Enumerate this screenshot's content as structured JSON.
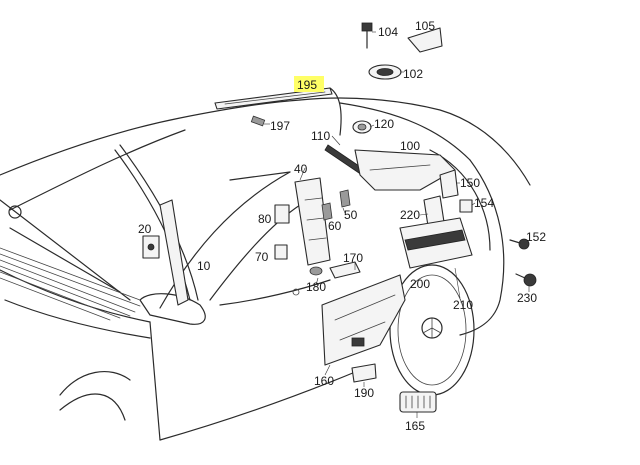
{
  "highlight_color": "#ffff66",
  "labels": {
    "l104": "104",
    "l105": "105",
    "l102": "102",
    "l195": "195",
    "l197": "197",
    "l110": "110",
    "l120": "120",
    "l100": "100",
    "l40": "40",
    "l150": "150",
    "l154": "154",
    "l80": "80",
    "l50": "50",
    "l60": "60",
    "l220": "220",
    "l20": "20",
    "l10": "10",
    "l152": "152",
    "l70": "70",
    "l170": "170",
    "l180": "180",
    "l200": "200",
    "l210": "210",
    "l230": "230",
    "l160": "160",
    "l190": "190",
    "l165": "165"
  }
}
